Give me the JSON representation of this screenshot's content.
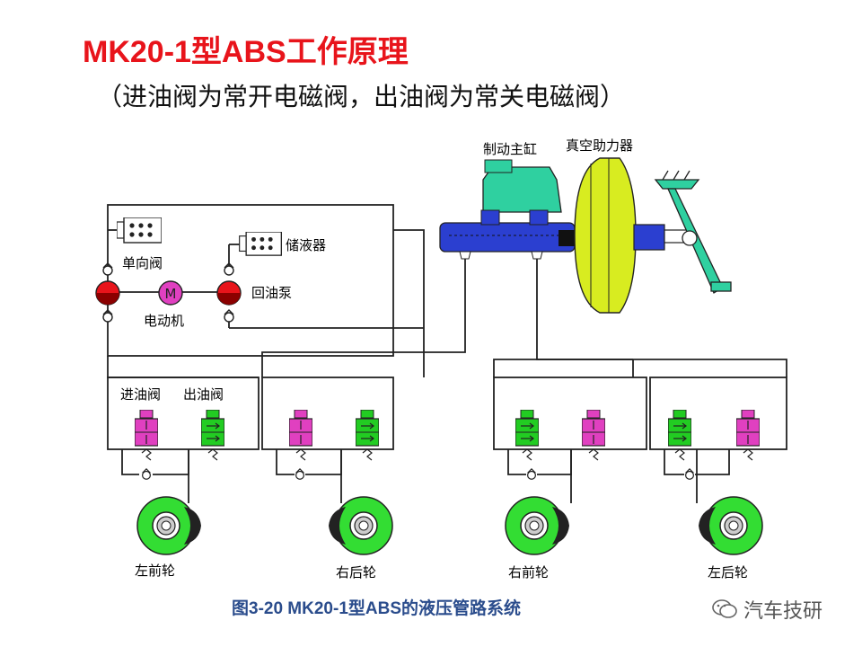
{
  "title": "MK20-1型ABS工作原理",
  "subtitle": "（进油阀为常开电磁阀，出油阀为常关电磁阀）",
  "caption": "图3-20  MK20-1型ABS的液压管路系统",
  "watermark": "汽车技研",
  "labels": {
    "master_cylinder": "制动主缸",
    "vacuum_booster": "真空助力器",
    "reservoir": "储液器",
    "check_valve": "单向阀",
    "return_pump": "回油泵",
    "motor": "电动机",
    "motor_symbol": "M",
    "inlet_valve": "进油阀",
    "outlet_valve": "出油阀",
    "left_front": "左前轮",
    "right_rear": "右后轮",
    "right_front": "右前轮",
    "left_rear": "左后轮"
  },
  "colors": {
    "title": "#e8141b",
    "caption": "#2a4c8c",
    "inlet_valve": "#e040c0",
    "outlet_valve": "#22cc22",
    "wheel": "#33dd33",
    "master_cylinder_body": "#2b3fd0",
    "reservoir_top": "#2fd0a0",
    "booster": "#d8ec20",
    "pump": "#e8141b",
    "motor": "#e040c0"
  }
}
